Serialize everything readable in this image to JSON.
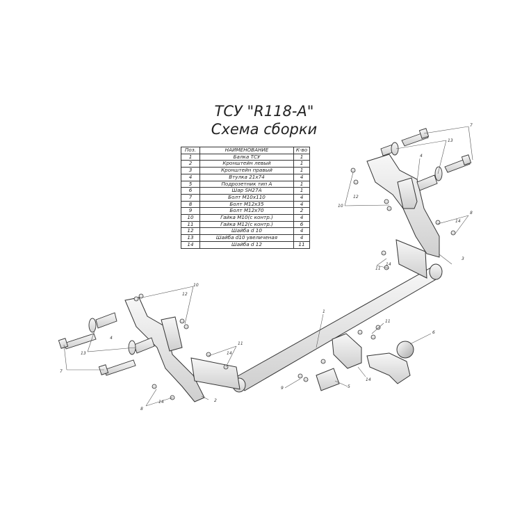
{
  "title": "ТСУ \"R118-А\"",
  "subtitle": "Схема сборки",
  "table": {
    "headers": [
      "Поз.",
      "НАИМЕНОВАНИЕ",
      "К-во"
    ],
    "rows": [
      [
        "1",
        "Балка ТСУ",
        "1"
      ],
      [
        "2",
        "Кронштейн левый",
        "1"
      ],
      [
        "3",
        "Кронштейн правый",
        "1"
      ],
      [
        "4",
        "Втулка 21х74",
        "4"
      ],
      [
        "5",
        "Подрозетник тип А",
        "1"
      ],
      [
        "6",
        "Шар SH27A",
        "1"
      ],
      [
        "7",
        "Болт М10х110",
        "4"
      ],
      [
        "8",
        "Болт М12х35",
        "4"
      ],
      [
        "9",
        "Болт М12х70",
        "2"
      ],
      [
        "10",
        "Гайка М10(с контр.)",
        "4"
      ],
      [
        "11",
        "Гайка М12(с контр.)",
        "6"
      ],
      [
        "12",
        "Шайба d 10",
        "4"
      ],
      [
        "13",
        "Шайба d10 увеличеная",
        "4"
      ],
      [
        "14",
        "Шайба d 12",
        "11"
      ]
    ]
  },
  "callouts": {
    "c7_right": "7",
    "c13_right": "13",
    "c4_right": "4",
    "c12_right": "12",
    "c10_right": "10",
    "c8_right": "8",
    "c14_right_a": "14",
    "c3": "3",
    "c14_right_b": "14",
    "c11_right": "11",
    "c10_left": "10",
    "c12_left": "12",
    "c4_left": "4",
    "c13_left": "13",
    "c7_left": "7",
    "c11_left": "11",
    "c14_left_a": "14",
    "c2": "2",
    "c8_left": "8",
    "c14_left_b": "14",
    "c1": "1",
    "c6": "6",
    "c5": "5",
    "c9": "9",
    "c11_mid": "11",
    "c14_mid": "14"
  }
}
